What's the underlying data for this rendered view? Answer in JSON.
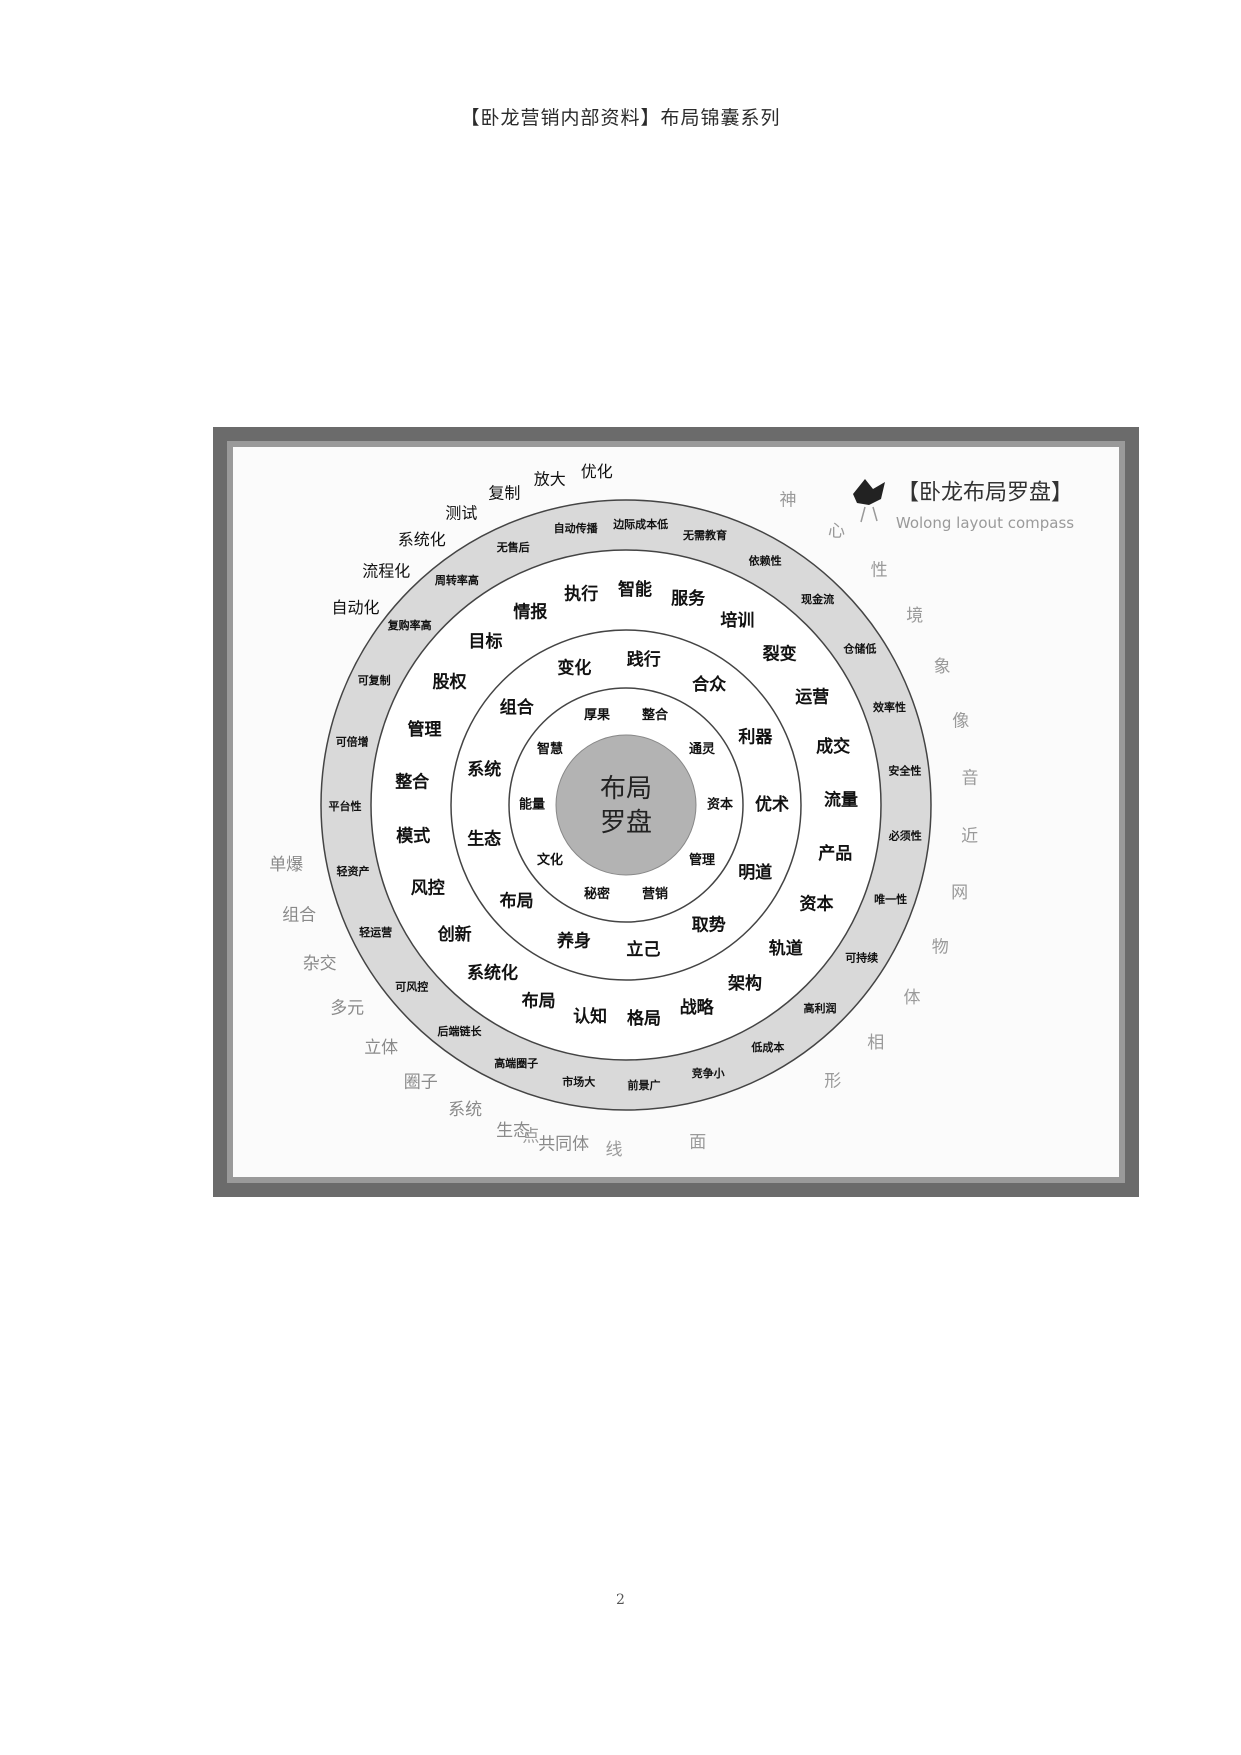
{
  "header": {
    "title": "【卧龙营销内部资料】布局锦囊系列"
  },
  "figure": {
    "title": "【卧龙布局罗盘】",
    "subtitle": "Wolong layout compass",
    "center": [
      "布局",
      "罗盘"
    ],
    "ring1": [
      "厚果",
      "整合",
      "通灵",
      "资本",
      "管理",
      "营销",
      "秘密",
      "文化",
      "能量",
      "智慧"
    ],
    "ring2": [
      "践行",
      "合众",
      "利器",
      "优术",
      "明道",
      "取势",
      "立己",
      "养身",
      "布局",
      "生态",
      "系统",
      "组合",
      "变化"
    ],
    "ring3": [
      "执行",
      "智能",
      "服务",
      "培训",
      "裂变",
      "运营",
      "成交",
      "流量",
      "产品",
      "资本",
      "轨道",
      "架构",
      "战略",
      "格局",
      "认知",
      "布局",
      "系统化",
      "创新",
      "风控",
      "模式",
      "整合",
      "管理",
      "股权",
      "目标",
      "情报"
    ],
    "ring4": [
      "边际成本低",
      "无需教育",
      "依赖性",
      "现金流",
      "仓储低",
      "效率性",
      "安全性",
      "必须性",
      "唯一性",
      "可持续",
      "高利润",
      "低成本",
      "竞争小",
      "前景广",
      "市场大",
      "高端圈子",
      "后端链长",
      "可风控",
      "轻运营",
      "轻资产",
      "平台性",
      "可倍增",
      "可复制",
      "复购率高",
      "周转率高",
      "无售后",
      "自动传播"
    ],
    "outer_left": [
      "优化",
      "放大",
      "复制",
      "测试",
      "系统化",
      "流程化",
      "自动化"
    ],
    "outer_gray_left": [
      "单爆",
      "组合",
      "杂交",
      "多元",
      "立体",
      "圈子",
      "系统",
      "生态",
      "共同体"
    ],
    "outer_gray_right": [
      "神",
      "心",
      "性",
      "境",
      "象",
      "像",
      "音",
      "近",
      "网",
      "物",
      "体",
      "相",
      "形"
    ],
    "outer_gray_bottom": [
      "面",
      "线",
      "点"
    ]
  },
  "page": {
    "number": "2"
  }
}
